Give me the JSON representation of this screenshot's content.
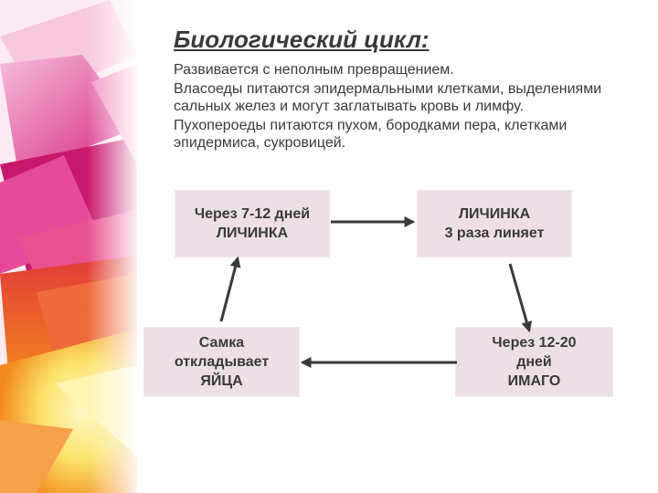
{
  "title": "Биологический цикл:",
  "bullet_glyph": "",
  "bullets": [
    "Развивается с неполным превращением.",
    "Власоеды питаются эпидермальными клетками, выделениями сальных желез и могут заглатывать кровь и лимфу.",
    "Пухопероеды питаются пухом, бородками пера, клетками эпидермиса, сукровицей."
  ],
  "cycle": {
    "box_larva_appears": "Через 7-12 дней\nЛИЧИНКА",
    "box_larva_molts": "ЛИЧИНКА\n3 раза линяет",
    "box_imago": "Через 12-20\nдней\nИМАГО",
    "box_eggs": "Самка\nоткладывает\nЯЙЦА"
  },
  "colors": {
    "box_fill": "#ecdfe5",
    "arrow": "#3a3a3a",
    "deco_magenta": "#d6217e",
    "deco_orange": "#f28a1c",
    "deco_yellow": "#fce36a"
  }
}
